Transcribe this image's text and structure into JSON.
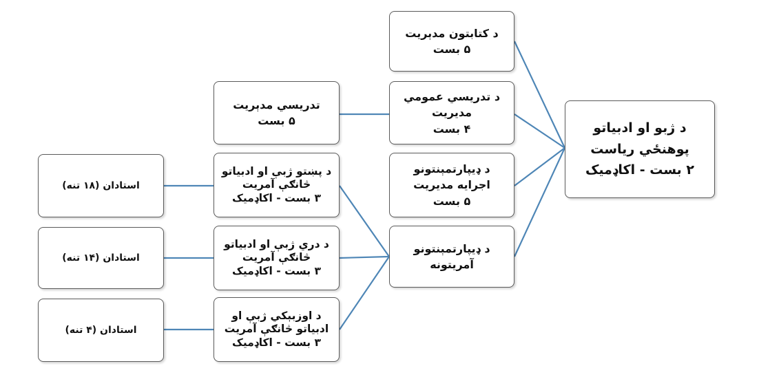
{
  "colors": {
    "connector": "#4e86b6",
    "border": "#5a5a5a",
    "text": "#111111"
  },
  "root": {
    "lines": [
      "د ژبو او ادبیاتو",
      "پوهنځي ریاست",
      "۲ بست - اکاډمیک"
    ]
  },
  "level1": [
    {
      "lines": [
        "د کتابتون مدېریت",
        "۵ بست"
      ]
    },
    {
      "lines": [
        "د تدریسي عمومي",
        "مدیریت",
        "۴ بست"
      ]
    },
    {
      "lines": [
        "د ډیپارتمېنتونو",
        "اجرایه مدیریت",
        "۵ بست"
      ]
    },
    {
      "lines": [
        "د ډیپارتمېنتونو",
        "آمریتونه"
      ]
    }
  ],
  "teaching_management": {
    "lines": [
      "تدریسي مدېریت",
      "۵ بست"
    ]
  },
  "departments": [
    {
      "lines": [
        "د پښتو ژبې او ادبیاتو",
        "څانګې آمریت",
        "۳ بست - اکاډمیک"
      ]
    },
    {
      "lines": [
        "د دري ژبې او ادبیاتو",
        "څانګې آمریت",
        "۳ بست - اکاډمیک"
      ]
    },
    {
      "lines": [
        "د اوزبېکي ژبې او",
        "ادبیاتو څانګې آمریت",
        "۳ بست - اکاډمیک"
      ]
    }
  ],
  "teachers": [
    {
      "label": "استادان (۱۸ تنه)"
    },
    {
      "label": "استادان (۱۴ تنه)"
    },
    {
      "label": "استادان (۴ تنه)"
    }
  ]
}
